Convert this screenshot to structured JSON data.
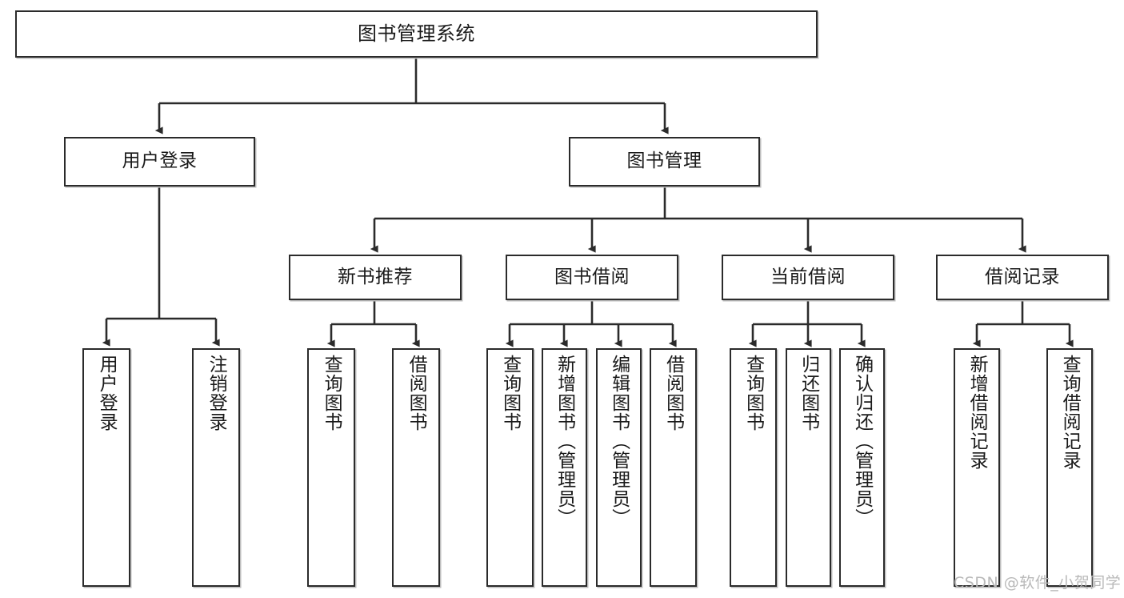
{
  "diagram": {
    "type": "tree-hierarchy",
    "title": "图书管理系统",
    "orientation": "top-down",
    "colors": {
      "node_border": "#2b2b2b",
      "node_fill": "#ffffff",
      "edge": "#2b2b2b",
      "watermark": "#b9b9b9",
      "background": "#ffffff"
    },
    "nodes": {
      "root": {
        "label": "图书管理系统",
        "level": 1
      },
      "user_login": {
        "label": "用户登录",
        "level": 2
      },
      "book_manage": {
        "label": "图书管理",
        "level": 2
      },
      "new_book_rec": {
        "label": "新书推荐",
        "level": 3
      },
      "book_borrow": {
        "label": "图书借阅",
        "level": 3
      },
      "current_borrow": {
        "label": "当前借阅",
        "level": 3
      },
      "borrow_record": {
        "label": "借阅记录",
        "level": 3
      },
      "leaf_user_login": {
        "label": "用户登录",
        "level": 3
      },
      "leaf_logout": {
        "label": "注销登录",
        "level": 3
      },
      "leaf_query_book_1": {
        "label": "查询图书",
        "level": 4
      },
      "leaf_borrow_book_1": {
        "label": "借阅图书",
        "level": 4
      },
      "leaf_query_book_2": {
        "label": "查询图书",
        "level": 4
      },
      "leaf_add_book": {
        "label": "新增图书（管理员）",
        "level": 4
      },
      "leaf_edit_book": {
        "label": "编辑图书（管理员）",
        "level": 4
      },
      "leaf_borrow_book_2": {
        "label": "借阅图书",
        "level": 4
      },
      "leaf_query_book_3": {
        "label": "查询图书",
        "level": 4
      },
      "leaf_return_book": {
        "label": "归还图书",
        "level": 4
      },
      "leaf_confirm_return": {
        "label": "确认归还（管理员）",
        "level": 4
      },
      "leaf_add_record": {
        "label": "新增借阅记录",
        "level": 4
      },
      "leaf_query_record": {
        "label": "查询借阅记录",
        "level": 4
      }
    },
    "edges": [
      {
        "from": "root",
        "to": "user_login"
      },
      {
        "from": "root",
        "to": "book_manage"
      },
      {
        "from": "user_login",
        "to": "leaf_user_login"
      },
      {
        "from": "user_login",
        "to": "leaf_logout"
      },
      {
        "from": "book_manage",
        "to": "new_book_rec"
      },
      {
        "from": "book_manage",
        "to": "book_borrow"
      },
      {
        "from": "book_manage",
        "to": "current_borrow"
      },
      {
        "from": "book_manage",
        "to": "borrow_record"
      },
      {
        "from": "new_book_rec",
        "to": "leaf_query_book_1"
      },
      {
        "from": "new_book_rec",
        "to": "leaf_borrow_book_1"
      },
      {
        "from": "book_borrow",
        "to": "leaf_query_book_2"
      },
      {
        "from": "book_borrow",
        "to": "leaf_add_book"
      },
      {
        "from": "book_borrow",
        "to": "leaf_edit_book"
      },
      {
        "from": "book_borrow",
        "to": "leaf_borrow_book_2"
      },
      {
        "from": "current_borrow",
        "to": "leaf_query_book_3"
      },
      {
        "from": "current_borrow",
        "to": "leaf_return_book"
      },
      {
        "from": "current_borrow",
        "to": "leaf_confirm_return"
      },
      {
        "from": "borrow_record",
        "to": "leaf_add_record"
      },
      {
        "from": "borrow_record",
        "to": "leaf_query_record"
      }
    ]
  },
  "watermark": {
    "text": "CSDN @软件_小贺同学"
  }
}
